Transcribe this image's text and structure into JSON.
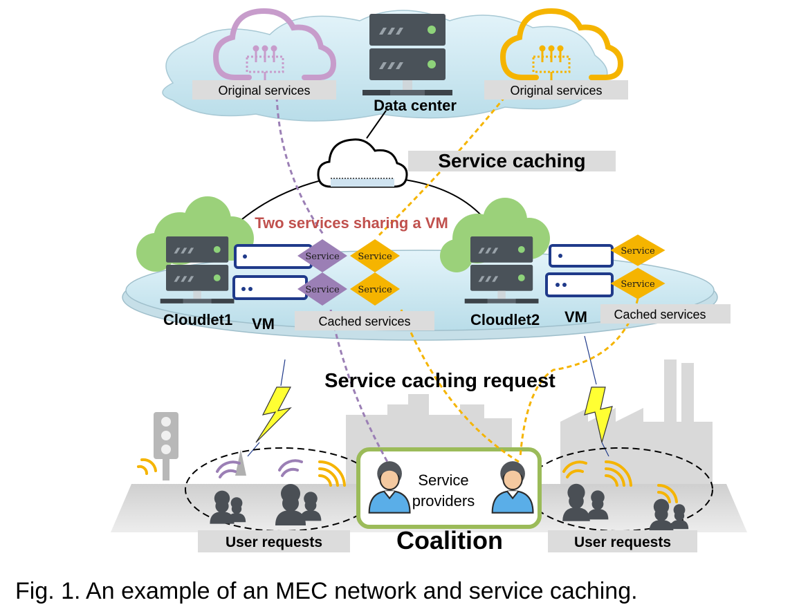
{
  "labels": {
    "original_left": "Original services",
    "original_right": "Original services",
    "data_center": "Data center",
    "service_caching": "Service caching",
    "sharing_vm": "Two services sharing a VM",
    "cloudlet1": "Cloudlet1",
    "cloudlet2": "Cloudlet2",
    "vm1": "VM",
    "vm2": "VM",
    "cached_left": "Cached services",
    "cached_right": "Cached services",
    "caching_request": "Service caching request",
    "service_providers_line1": "Service",
    "service_providers_line2": "providers",
    "coalition": "Coalition",
    "user_requests_left": "User requests",
    "user_requests_right": "User requests",
    "service_tag": "Service",
    "caption": "Fig. 1. An example of an MEC network and service caching."
  },
  "colors": {
    "purple": "#9b7fb5",
    "orange": "#f5b400",
    "cloud_fill": "#cfe8f0",
    "tree_green": "#9bd17a",
    "coalition_border": "#9bbb59",
    "vm_border": "#1f3a8a",
    "sharing_text": "#c0504d"
  }
}
